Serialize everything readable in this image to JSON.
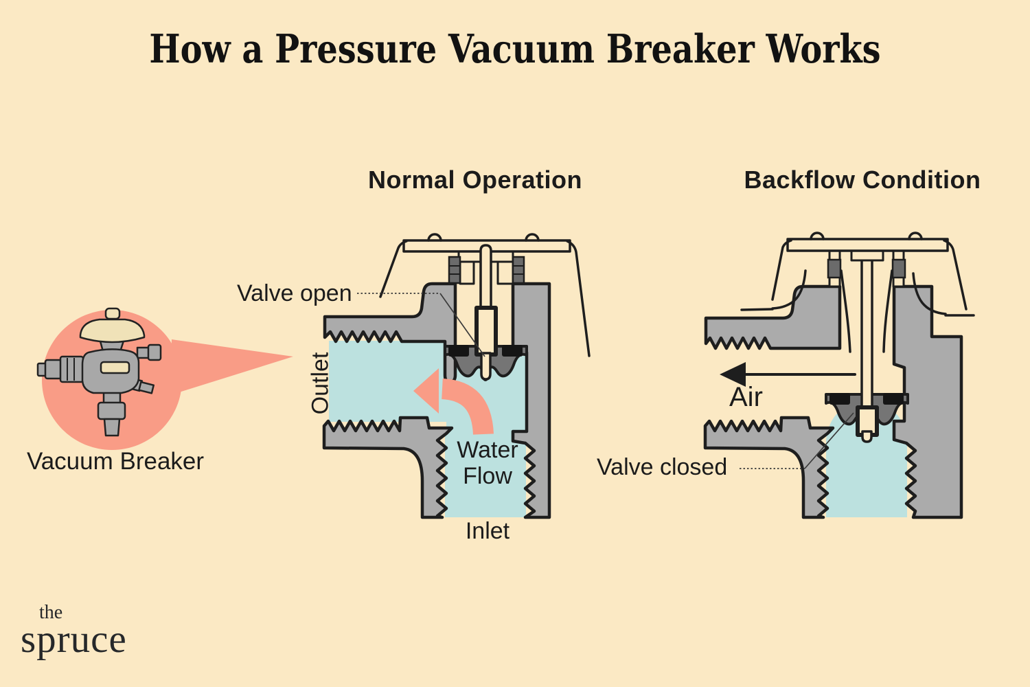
{
  "title": "How a Pressure Vacuum Breaker Works",
  "brand": {
    "top": "the",
    "name": "spruce"
  },
  "callout": {
    "label": "Vacuum Breaker"
  },
  "normal": {
    "heading": "Normal Operation",
    "labels": {
      "valve": "Valve open",
      "outlet": "Outlet",
      "water1": "Water",
      "water2": "Flow",
      "inlet": "Inlet"
    }
  },
  "backflow": {
    "heading": "Backflow Condition",
    "labels": {
      "air": "Air",
      "valve": "Valve closed"
    }
  },
  "colors": {
    "background": "#FBE9C4",
    "accent_salmon": "#F99C86",
    "water_blue": "#BCE1DF",
    "body_gray": "#ABABAB",
    "poppet_gray": "#757575",
    "outline_black": "#1E1E1E",
    "text_black": "#1B1B1B"
  }
}
